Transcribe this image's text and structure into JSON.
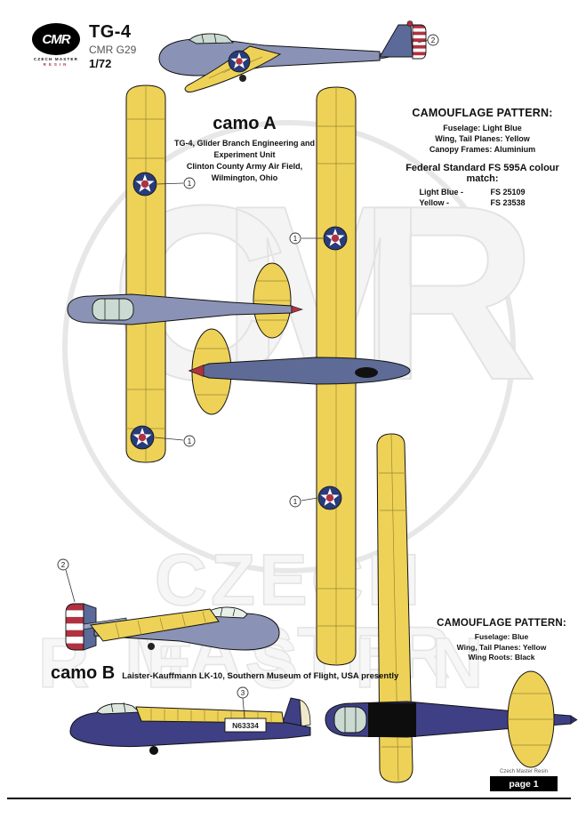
{
  "header": {
    "logo_main": "CMR",
    "logo_sub": "CZECH MASTER",
    "logo_resin": "RESIN",
    "title": "TG-4",
    "code": "CMR G29",
    "scale": "1/72"
  },
  "camo_a": {
    "label": "camo A",
    "desc_lines": [
      "TG-4, Glider Branch Engineering and",
      "Experiment Unit",
      "Clinton County Army Air Field,",
      "Wilmington, Ohio"
    ]
  },
  "pattern_a": {
    "title": "CAMOUFLAGE PATTERN:",
    "items": [
      "Fuselage: Light Blue",
      "Wing, Tail Planes: Yellow",
      "Canopy Frames: Aluminium"
    ],
    "fs_title": "Federal Standard FS 595A colour match:",
    "fs_rows": [
      {
        "name": "Light Blue -",
        "code": "FS 25109"
      },
      {
        "name": "Yellow -",
        "code": "FS 23538"
      }
    ]
  },
  "camo_b": {
    "label": "camo B",
    "desc": "Laister-Kauffmann LK-10, Southern Museum of Flight, USA presently"
  },
  "pattern_b": {
    "title": "CAMOUFLAGE PATTERN:",
    "items": [
      "Fuselage: Blue",
      "Wing, Tail Planes: Yellow",
      "Wing Roots: Black"
    ]
  },
  "aircraft": {
    "registration": "N63334"
  },
  "callouts": {
    "side_top": "2",
    "plan_left_upper": "1",
    "plan_left_lower": "1",
    "plan_mid_upper": "1",
    "plan_mid_lower": "1",
    "side_bottom_left": "2",
    "camo_b_side": "3"
  },
  "watermark": {
    "monogram": "CMR",
    "line1": "CZECH MASTER",
    "line2": "RESIN"
  },
  "footer": {
    "maker": "Czech Master Resin",
    "page": "page 1"
  },
  "colors": {
    "wing_yellow": "#eed257",
    "fuselage_light_blue": "#8a93b5",
    "fuselage_slate_blue": "#5e6b96",
    "fuselage_dark_blue": "#3f3f85",
    "insignia_blue": "#283c7a",
    "insignia_red": "#b03240",
    "canopy_green": "#ccdbd2",
    "black": "#111111"
  }
}
